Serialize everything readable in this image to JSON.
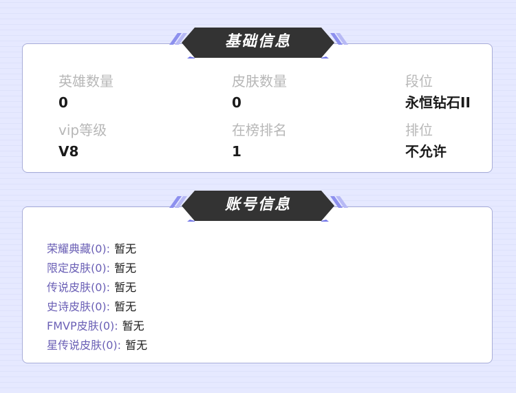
{
  "basic_info": {
    "title": "基础信息",
    "stats": [
      {
        "label": "英雄数量",
        "value": "0"
      },
      {
        "label": "皮肤数量",
        "value": "0"
      },
      {
        "label": "段位",
        "value": "永恒钻石II"
      },
      {
        "label": "vip等级",
        "value": "V8"
      },
      {
        "label": "在榜排名",
        "value": "1"
      },
      {
        "label": "排位",
        "value": "不允许"
      }
    ]
  },
  "account_info": {
    "title": "账号信息",
    "items": [
      {
        "key": "荣耀典藏(0):",
        "value": "暂无"
      },
      {
        "key": "限定皮肤(0):",
        "value": "暂无"
      },
      {
        "key": "传说皮肤(0):",
        "value": "暂无"
      },
      {
        "key": "史诗皮肤(0):",
        "value": "暂无"
      },
      {
        "key": "FMVP皮肤(0):",
        "value": "暂无"
      },
      {
        "key": "星传说皮肤(0):",
        "value": "暂无"
      }
    ]
  },
  "colors": {
    "banner_dark": "#333333",
    "accent": "#7478e8",
    "card_border": "#a7acd8",
    "key_text": "#6a5fb5"
  }
}
